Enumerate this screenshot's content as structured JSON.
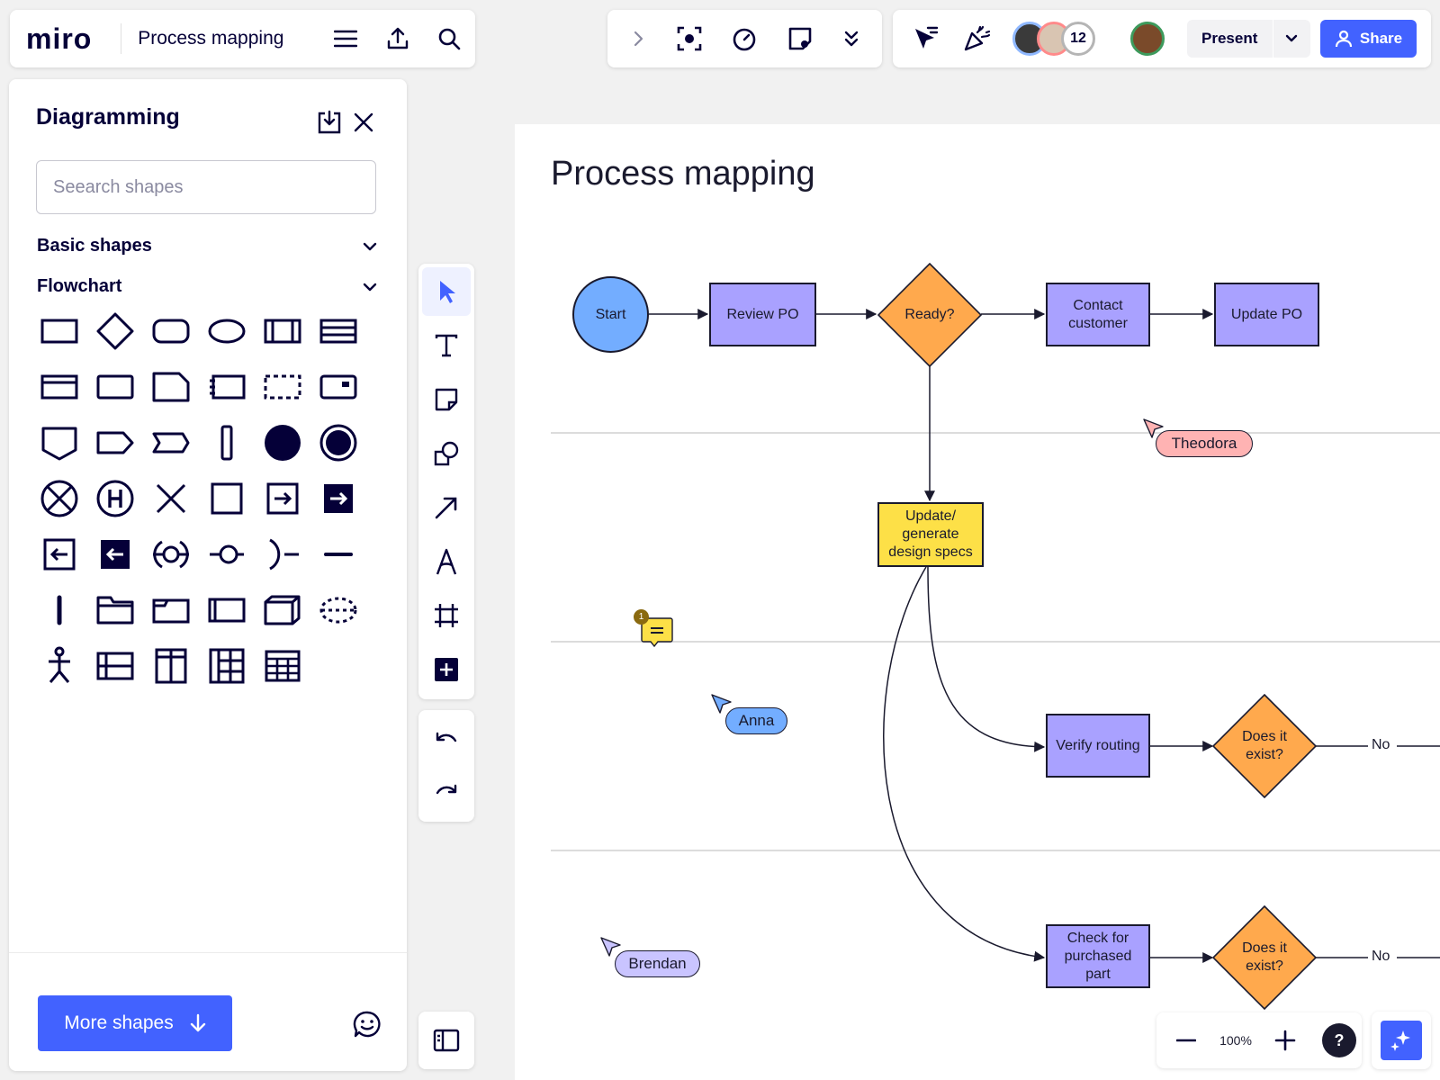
{
  "app": {
    "logo": "miro",
    "board_title": "Process mapping"
  },
  "collaborators": {
    "count": "12"
  },
  "toolbar": {
    "present_label": "Present",
    "share_label": "Share"
  },
  "diagram_panel": {
    "title": "Diagramming",
    "search_placeholder": "Seearch shapes",
    "sections": {
      "basic": "Basic shapes",
      "flowchart": "Flowchart"
    },
    "more_shapes_label": "More shapes"
  },
  "canvas": {
    "title": "Process mapping",
    "nodes": {
      "start": "Start",
      "review_po": "Review PO",
      "ready": "Ready?",
      "contact_customer": "Contact customer",
      "update_po": "Update PO",
      "update_specs": "Update/ generate design specs",
      "verify_routing": "Verify routing",
      "exist_1": "Does it exist?",
      "check_purchased": "Check for purchased part",
      "exist_2": "Does it exist?"
    },
    "edge_labels": {
      "no_1": "No",
      "no_2": "No"
    },
    "cursors": {
      "theodora": "Theodora",
      "anna": "Anna",
      "brendan": "Brendan"
    },
    "comment_count": "1"
  },
  "zoom": {
    "level": "100%",
    "help": "?"
  },
  "colors": {
    "accent": "#4262ff",
    "process": "#a9a1ff",
    "decision": "#ffa94d",
    "start": "#73adff",
    "sticky": "#fde047"
  }
}
